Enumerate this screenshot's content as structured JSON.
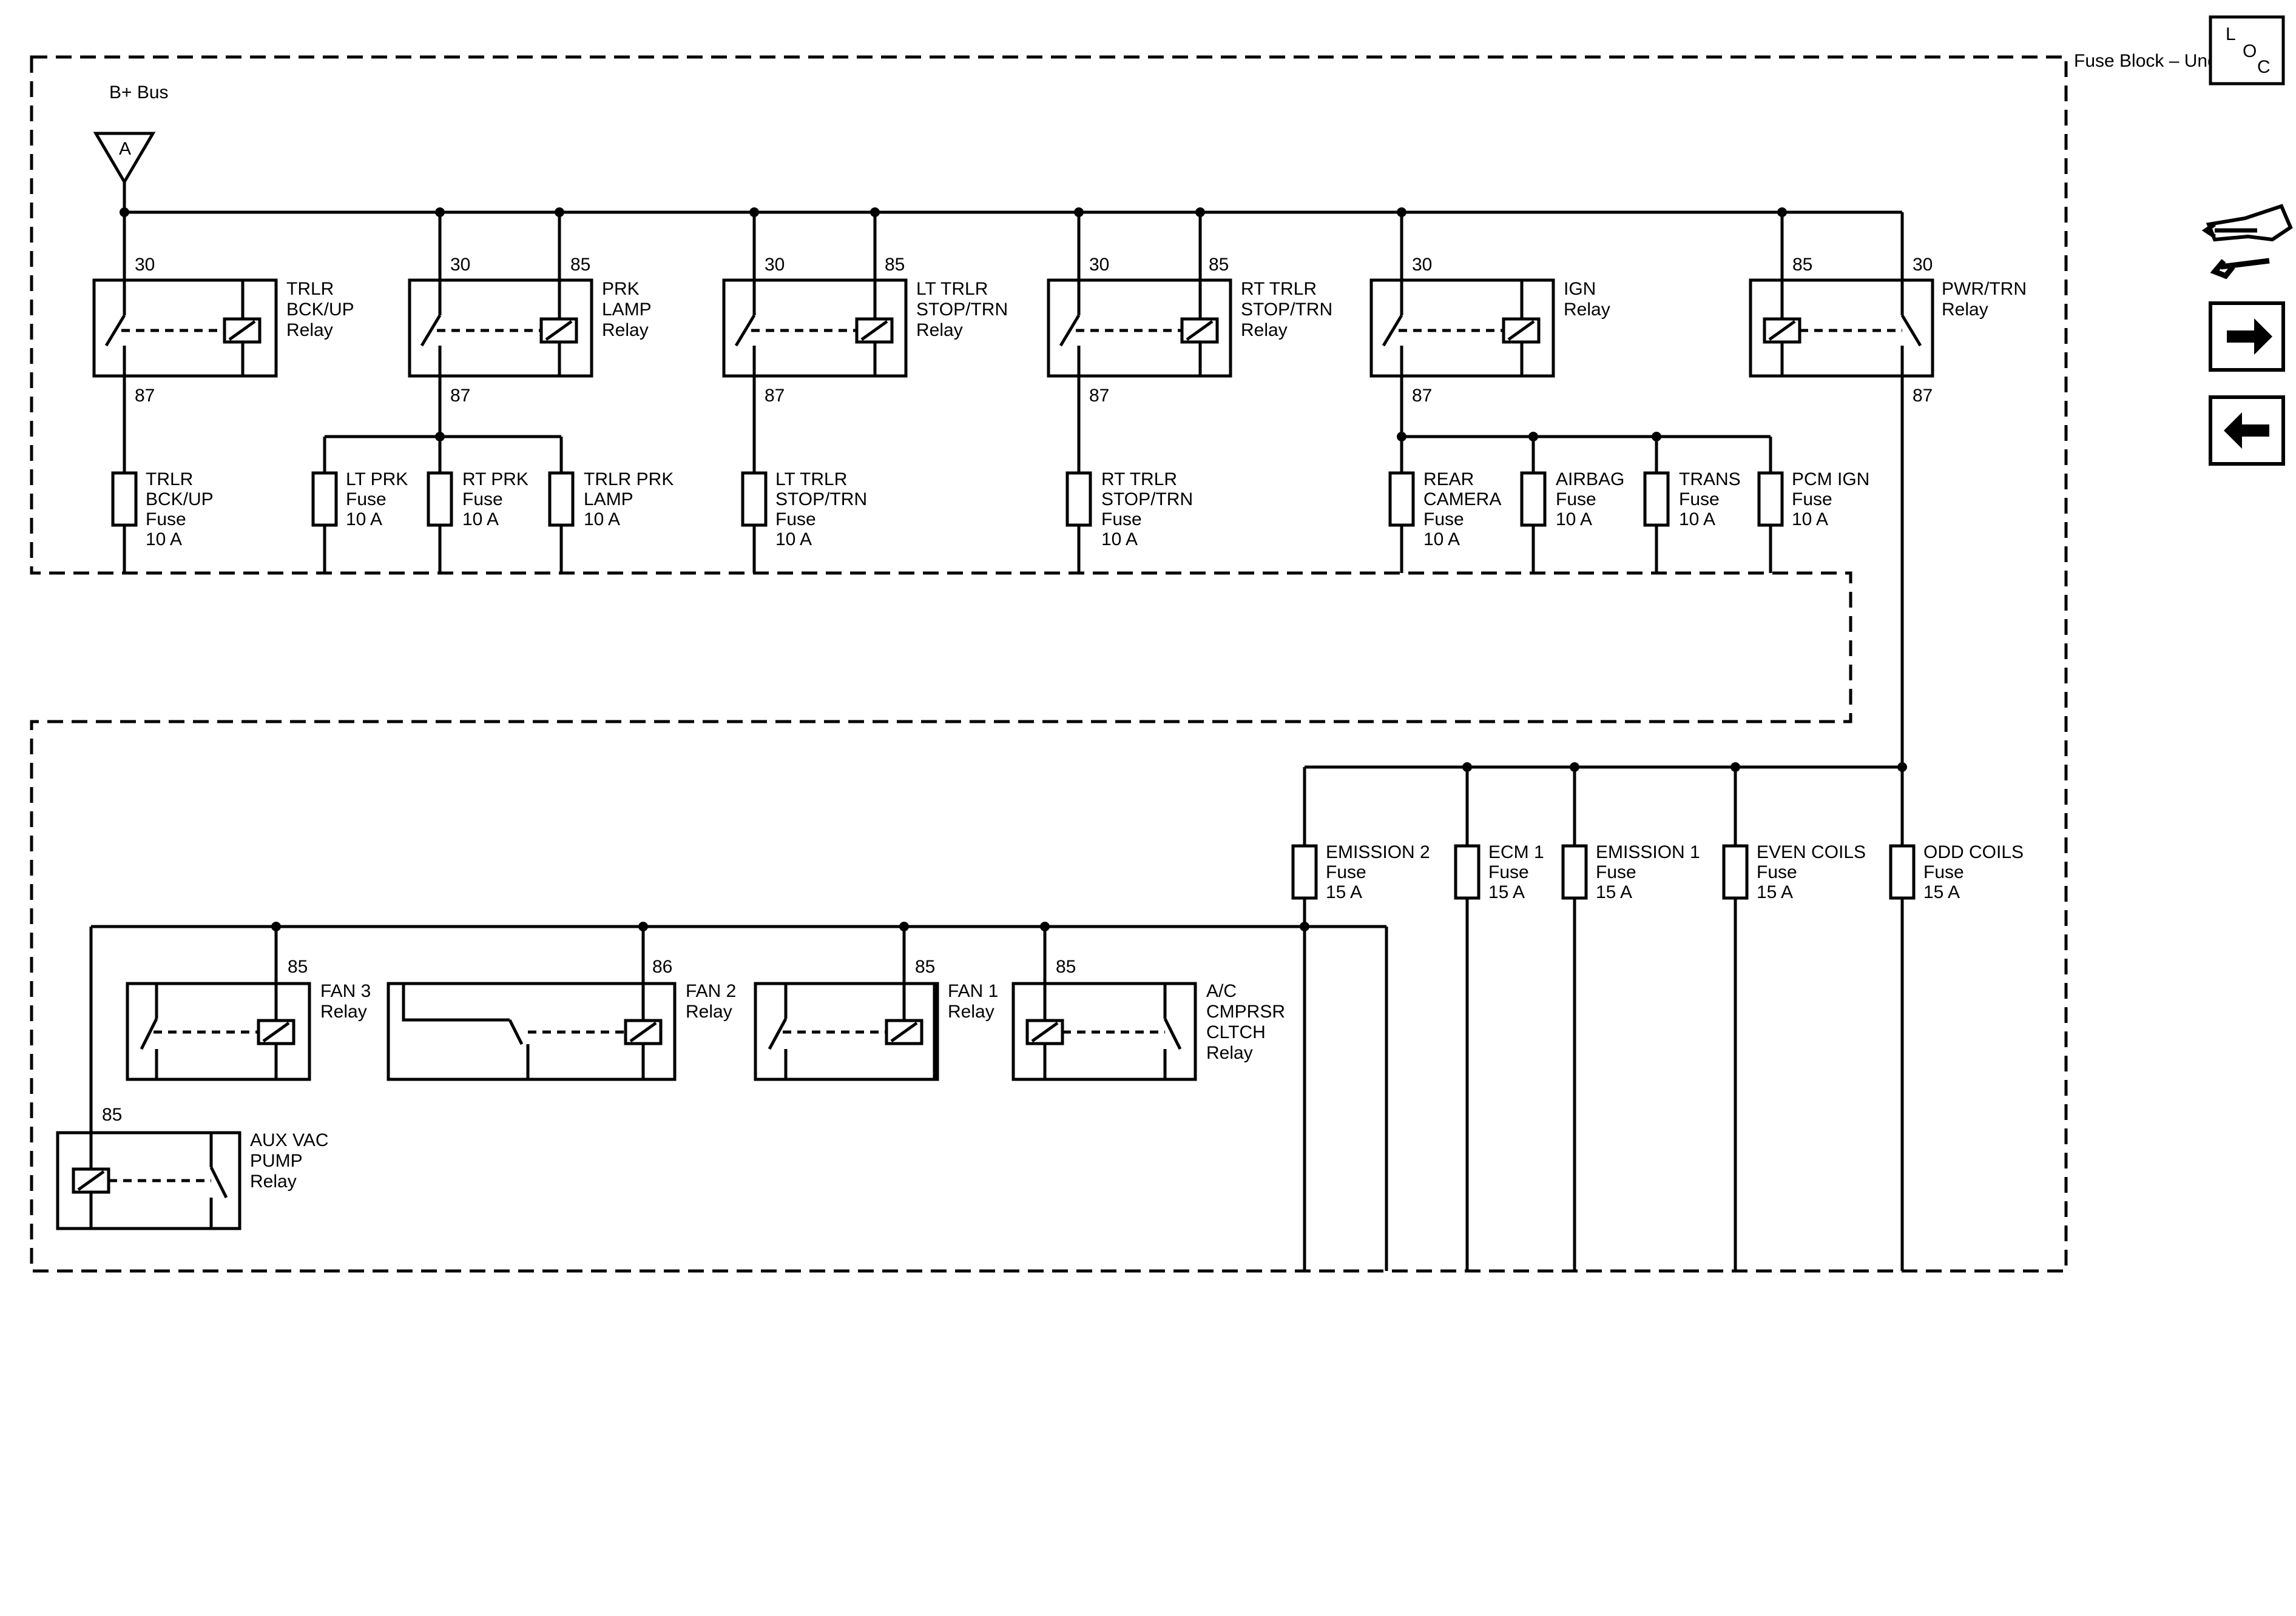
{
  "locator": {
    "label": "Fuse Block – Underhood",
    "loc_icon": [
      "L",
      "O",
      "C"
    ]
  },
  "source": {
    "name": "B+ Bus",
    "connector": "A"
  },
  "relays_top": [
    {
      "name": "TRLR BCK/UP Relay",
      "pins": [
        "30",
        "87"
      ]
    },
    {
      "name": "PRK LAMP Relay",
      "pins": [
        "30",
        "85",
        "87"
      ]
    },
    {
      "name": "LT TRLR STOP/TRN Relay",
      "pins": [
        "30",
        "85",
        "87"
      ]
    },
    {
      "name": "RT TRLR STOP/TRN Relay",
      "pins": [
        "30",
        "85",
        "87"
      ]
    },
    {
      "name": "IGN Relay",
      "pins": [
        "30",
        "87"
      ]
    },
    {
      "name": "PWR/TRN Relay",
      "pins": [
        "85",
        "30",
        "87"
      ]
    }
  ],
  "fuses_top": [
    {
      "name": "TRLR BCK/UP Fuse",
      "rating": "10 A"
    },
    {
      "name": "LT PRK Fuse",
      "rating": "10 A"
    },
    {
      "name": "RT PRK Fuse",
      "rating": "10 A"
    },
    {
      "name": "TRLR PRK LAMP",
      "rating": "10 A"
    },
    {
      "name": "LT TRLR STOP/TRN Fuse",
      "rating": "10 A"
    },
    {
      "name": "RT TRLR STOP/TRN Fuse",
      "rating": "10 A"
    },
    {
      "name": "REAR CAMERA Fuse",
      "rating": "10 A"
    },
    {
      "name": "AIRBAG Fuse",
      "rating": "10 A"
    },
    {
      "name": "TRANS Fuse",
      "rating": "10 A"
    },
    {
      "name": "PCM IGN Fuse",
      "rating": "10 A"
    }
  ],
  "fuses_bottom": [
    {
      "name": "EMISSION 2 Fuse",
      "rating": "15 A"
    },
    {
      "name": "ECM 1 Fuse",
      "rating": "15 A"
    },
    {
      "name": "EMISSION 1 Fuse",
      "rating": "15 A"
    },
    {
      "name": "EVEN COILS Fuse",
      "rating": "15 A"
    },
    {
      "name": "ODD COILS Fuse",
      "rating": "15 A"
    }
  ],
  "relays_bottom": [
    {
      "name": "FAN 3 Relay",
      "pin": "85"
    },
    {
      "name": "FAN 2 Relay",
      "pin": "86"
    },
    {
      "name": "FAN 1 Relay",
      "pin": "85"
    },
    {
      "name": "A/C CMPRSR CLTCH Relay",
      "pin": "85"
    },
    {
      "name": "AUX VAC PUMP Relay",
      "pin": "85"
    }
  ],
  "nav_icons": [
    "connector-tool-icon",
    "arrow-right-icon",
    "arrow-left-icon"
  ]
}
